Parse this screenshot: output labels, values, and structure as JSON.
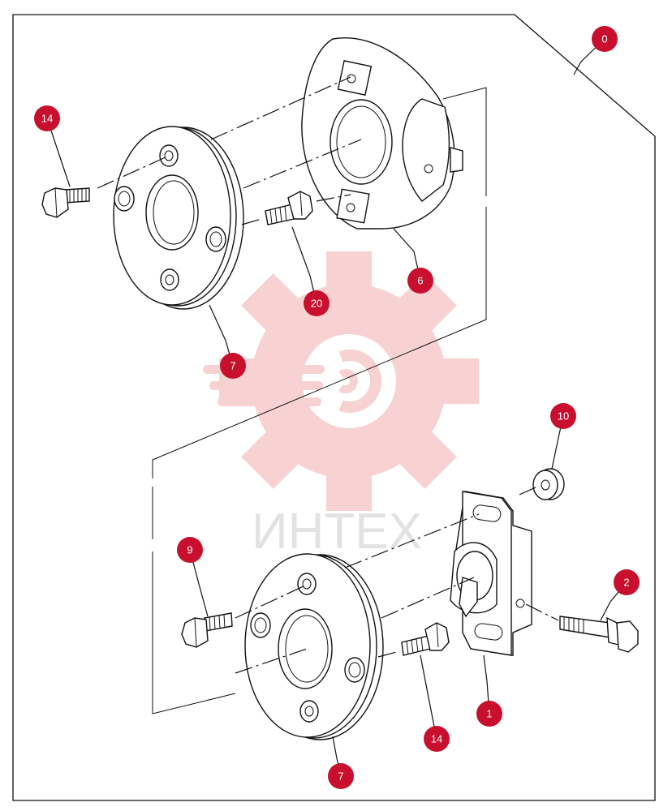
{
  "watermark": {
    "brand_text": "ИНТЕХ"
  },
  "callouts": {
    "c0": "0",
    "c14_top": "14",
    "c6": "6",
    "c20": "20",
    "c7_top": "7",
    "c10": "10",
    "c9": "9",
    "c2": "2",
    "c1": "1",
    "c14_bottom": "14",
    "c7_bottom": "7"
  },
  "colors": {
    "callout_fill": "#c8102e",
    "watermark_gear": "#f8d2d2",
    "line": "#111111"
  }
}
